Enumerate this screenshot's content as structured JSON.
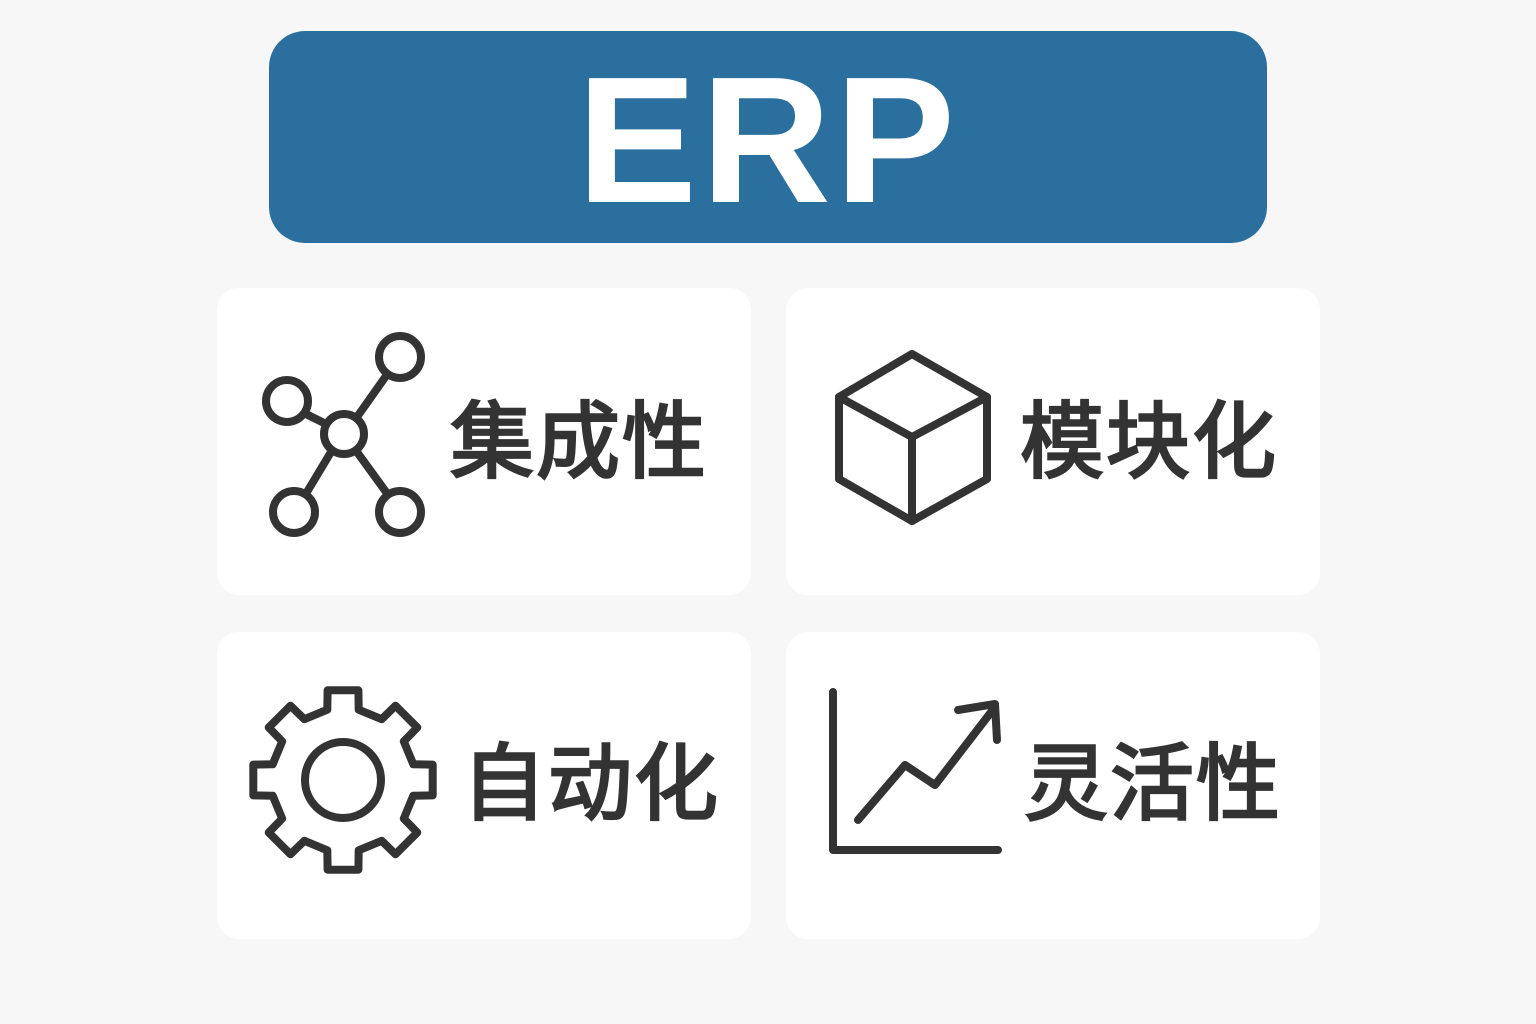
{
  "header": {
    "title": "ERP",
    "color": "#2a6f9e"
  },
  "cards": [
    {
      "label": "集成性",
      "icon": "network-icon"
    },
    {
      "label": "模块化",
      "icon": "cube-icon"
    },
    {
      "label": "自动化",
      "icon": "gear-icon"
    },
    {
      "label": "灵活性",
      "icon": "growth-chart-icon"
    }
  ]
}
